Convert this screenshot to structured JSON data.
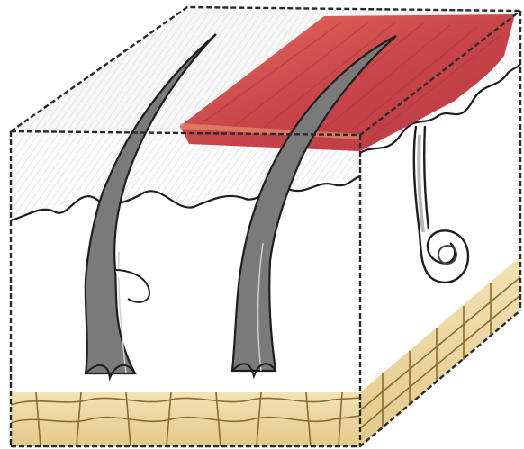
{
  "diagram": {
    "subject": "skin-cross-section-block",
    "colors": {
      "background": "#ffffff",
      "shading": "#d9d9d9",
      "outline": "#1e1e1e",
      "hair": "#6a6a6a",
      "hair_dark": "#3a3a3a",
      "muscle": "#c8454a",
      "muscle_light": "#e06a5a",
      "fat": "#ecd7a3",
      "fat_dark": "#c9a25e",
      "box_line": "#2a2a2a"
    },
    "components": {
      "block_outline": "dashed-cube",
      "epidermis": "wavy-surface-line",
      "hair_follicles": 2,
      "muscle_band": "top-right-red-band",
      "coiled_gland": 1,
      "fat_layer": "bottom-yellow-cells"
    }
  }
}
